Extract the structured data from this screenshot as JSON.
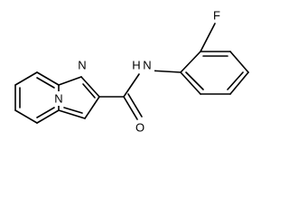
{
  "structure": {
    "colors": {
      "bond": "#000000",
      "label": "#000000",
      "background": "#ffffff"
    },
    "atom_labels": {
      "fluorine": "F",
      "imidazole_nitrogen": "N",
      "amide_nitrogen_h": "H",
      "amide_nitrogen": "N",
      "oxygen": "O",
      "bridgehead_nitrogen": "N"
    }
  }
}
